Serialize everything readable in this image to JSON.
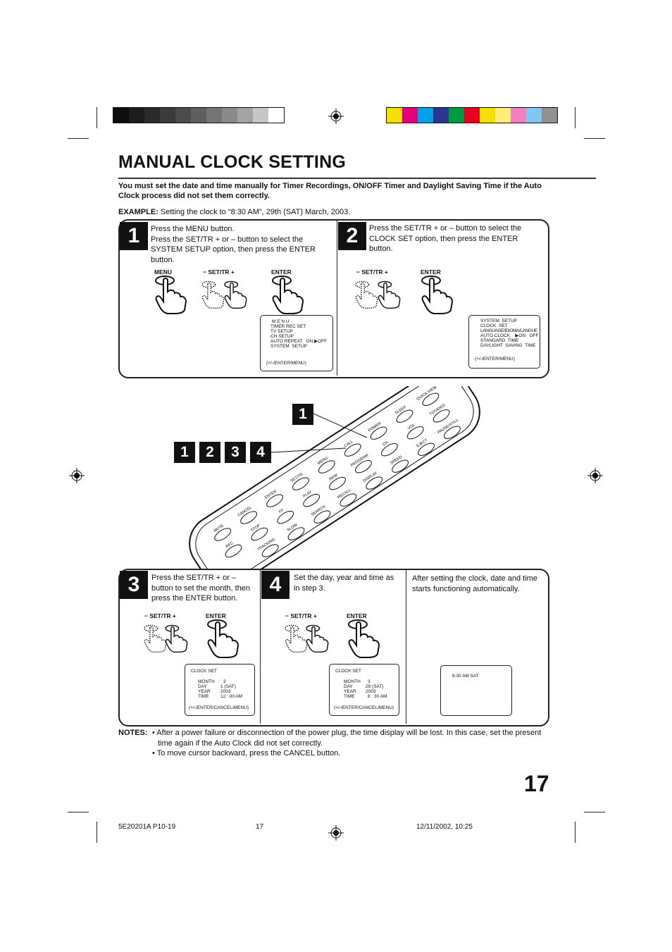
{
  "title": "MANUAL CLOCK SETTING",
  "intro": "You must set the date and time manually for Timer Recordings, ON/OFF Timer and Daylight Saving Time if the Auto Clock process did not set them correctly.",
  "example": {
    "label": "EXAMPLE:",
    "text": "Setting the clock to “8:30 AM”, 29th (SAT) March, 2003."
  },
  "steps": [
    {
      "number": "1",
      "text": "Press the MENU button.\nPress the SET/TR + or – button to select the SYSTEM SETUP option, then press  the ENTER button.",
      "buttons": [
        "MENU",
        "SET/TR",
        "ENTER"
      ],
      "screen": {
        "lines": [
          "M E N U",
          "TIMER REC SET",
          "TV SETUP",
          "CH SETUP",
          "AUTO REPEAT   ON ▶OFF",
          "SYSTEM  SETUP"
        ],
        "footer": "(+/-/ENTER/MENU)"
      }
    },
    {
      "number": "2",
      "text": "Press the SET/TR + or – button to select the CLOCK SET option, then press  the ENTER button.",
      "buttons": [
        "SET/TR",
        "ENTER"
      ],
      "screen": {
        "lines": [
          "SYSTEM  SETUP",
          "CLOCK  SET",
          "LANGUAGE/IDIOMA/LANGUE",
          "AUTO CLOCK    ▶ON   OFF",
          "STANDARD  TIME",
          "DAYLIGHT  SAVING  TIME"
        ],
        "footer": "(+/-/ENTER/MENU)"
      }
    },
    {
      "number": "3",
      "text": "Press the SET/TR + or – button to set the month, then press the ENTER button.",
      "buttons": [
        "SET/TR",
        "ENTER"
      ],
      "screen": {
        "header": "CLOCK  SET",
        "labels": [
          "MONTH",
          "DAY",
          "YEAR",
          "TIME"
        ],
        "values": [
          "3",
          "1 (SAT)",
          "2003",
          "12 : 00 AM"
        ],
        "footer": "(+/-/ENTER/CANCEL/MENU)"
      }
    },
    {
      "number": "4",
      "text": "Set the day, year and time as in step 3.",
      "buttons": [
        "SET/TR",
        "ENTER"
      ],
      "screen": {
        "header": "CLOCK  SET",
        "labels": [
          "MONTH",
          "DAY",
          "YEAR",
          "TIME"
        ],
        "values": [
          "3",
          "29 (SAT)",
          "2003",
          "8 : 30 AM"
        ],
        "footer": "(+/-/ENTER/CANCEL/MENU)"
      }
    }
  ],
  "final": {
    "text": "After setting the clock, date and time starts functioning automatically.",
    "screen_text": "8:30 AM  SAT"
  },
  "remote_callouts": {
    "top": "1",
    "row": [
      "1",
      "2",
      "3",
      "4"
    ]
  },
  "remote_labels": [
    "QUICK VIEW",
    "SLEEP",
    "POWER",
    "CALL",
    "MENU",
    "SET/TR",
    "ENTER",
    "CANCEL",
    "MUTE",
    "TV/VIDEO",
    "VOL",
    "CH",
    "PROGRAM",
    "REW",
    "PLAY",
    "FF",
    "STOP",
    "REC",
    "PAUSE/STILL",
    "EJECT",
    "SPEED",
    "DISPLAY",
    "RECALL",
    "SEARCH",
    "SLOW",
    "TRACKING"
  ],
  "notes": {
    "label": "NOTES:",
    "items": [
      "• After a power failure or disconnection of the power plug, the time display will be lost. In this case, set the present time again if the Auto Clock did not set correctly.",
      "• To move cursor backward, press the CANCEL button."
    ]
  },
  "page_number": "17",
  "footer": {
    "left": "5E20201A P10-19",
    "center": "17",
    "right": "12/11/2002, 10:25"
  },
  "colors": {
    "gray_bar": [
      "#0d0d0d",
      "#1c1c1c",
      "#2a2a2a",
      "#3a3a3a",
      "#4b4b4b",
      "#5e5e5e",
      "#747474",
      "#8a8a8a",
      "#a3a3a3",
      "#c6c6c6",
      "#ffffff"
    ],
    "color_bar": [
      "#f5e100",
      "#e5007e",
      "#00a0e6",
      "#2b3590",
      "#009a44",
      "#e60020",
      "#f5e100",
      "#ffef7a",
      "#f080c0",
      "#80c8f0",
      "#909090"
    ]
  }
}
